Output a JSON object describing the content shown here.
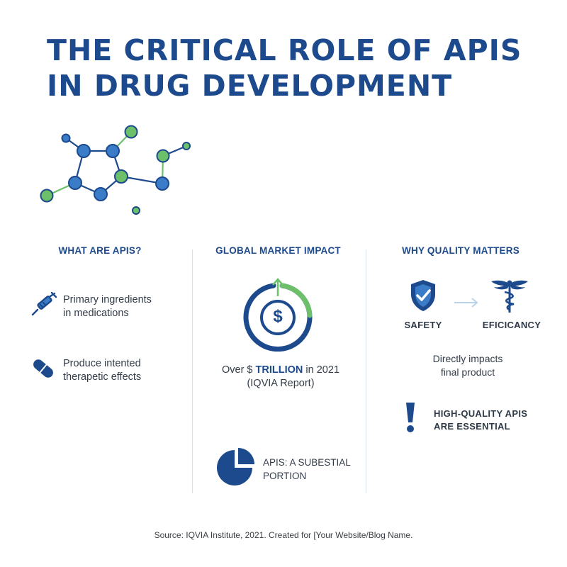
{
  "title": "THE CRITICAL ROLE OF APIS IN DRUG DEVELOPMENT",
  "colors": {
    "primary_blue": "#1c4a8c",
    "node_blue": "#3a7cc7",
    "accent_green": "#6cc06a",
    "divider": "#d6e2ee"
  },
  "columns": {
    "what": {
      "heading": "WHAT ARE APIS?",
      "items": [
        {
          "icon": "syringe-icon",
          "text_line1": "Primary ingredients",
          "text_line2": "in medications"
        },
        {
          "icon": "pill-icon",
          "text_line1": "Produce intented",
          "text_line2": "therapetic effects"
        }
      ]
    },
    "market": {
      "heading": "GLOBAL MARKET IMPACT",
      "stat_prefix": "Over $ ",
      "stat_highlight": "TRILLION",
      "stat_suffix": " in 2021",
      "stat_source": "(IQVIA Report)",
      "dollar_symbol": "$",
      "icon": "dollar-growth-icon",
      "portion_icon": "pie-chart-icon",
      "portion_line1": "APIS: A SUBESTIAL",
      "portion_line2": "PORTION"
    },
    "quality": {
      "heading": "WHY QUALITY MATTERS",
      "safety_label": "SAFETY",
      "efficacy_label": "EFICICANCY",
      "safety_icon": "shield-check-icon",
      "efficacy_icon": "caduceus-icon",
      "impact_line1": "Directly impacts",
      "impact_line2": "final product",
      "alert_icon": "exclamation-icon",
      "alert_line1": "HIGH-QUALITY APIS",
      "alert_line2": "ARE ESSENTIAL"
    }
  },
  "footer": "Source: IQVIA Institute, 2021. Created for [Your Website/Blog Name."
}
